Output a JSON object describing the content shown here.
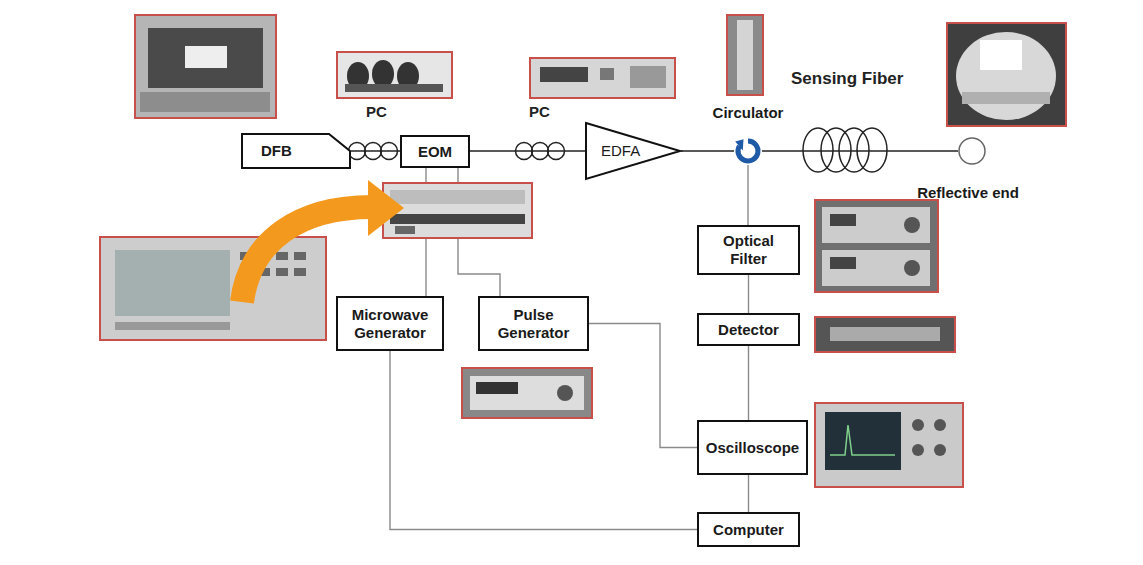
{
  "diagram": {
    "nodes": [
      {
        "text": [
          "DFB"
        ]
      },
      {
        "text": [
          "EOM"
        ]
      },
      {
        "text": [
          "EDFA"
        ]
      },
      {
        "text": [
          "Circulator"
        ]
      },
      {
        "text": [
          "Reflective end"
        ]
      },
      {
        "text": [
          "Optical Filter"
        ]
      },
      {
        "text": [
          "Detector"
        ]
      },
      {
        "text": [
          "Oscilloscope"
        ]
      },
      {
        "text": [
          "Computer"
        ]
      },
      {
        "text": [
          "Microwave Generator"
        ]
      },
      {
        "text": [
          "Pulse Generator"
        ]
      }
    ],
    "edges": [
      {
        "from": 0,
        "to": 1,
        "arrow": "none"
      },
      {
        "from": 1,
        "to": 2,
        "arrow": "none"
      },
      {
        "from": 2,
        "to": 3,
        "arrow": "none"
      },
      {
        "from": 3,
        "to": 4,
        "arrow": "none"
      },
      {
        "from": 3,
        "to": 5,
        "arrow": "none"
      },
      {
        "from": 5,
        "to": 6,
        "arrow": "none"
      },
      {
        "from": 6,
        "to": 7,
        "arrow": "none"
      },
      {
        "from": 7,
        "to": 8,
        "arrow": "none"
      },
      {
        "from": 1,
        "to": 9,
        "arrow": "none"
      },
      {
        "from": 1,
        "to": 10,
        "arrow": "none"
      },
      {
        "from": 10,
        "to": 7,
        "arrow": "none"
      },
      {
        "from": 9,
        "to": 8,
        "arrow": "none"
      }
    ],
    "labels": [
      "PC",
      "PC",
      "Sensing Fiber"
    ]
  }
}
